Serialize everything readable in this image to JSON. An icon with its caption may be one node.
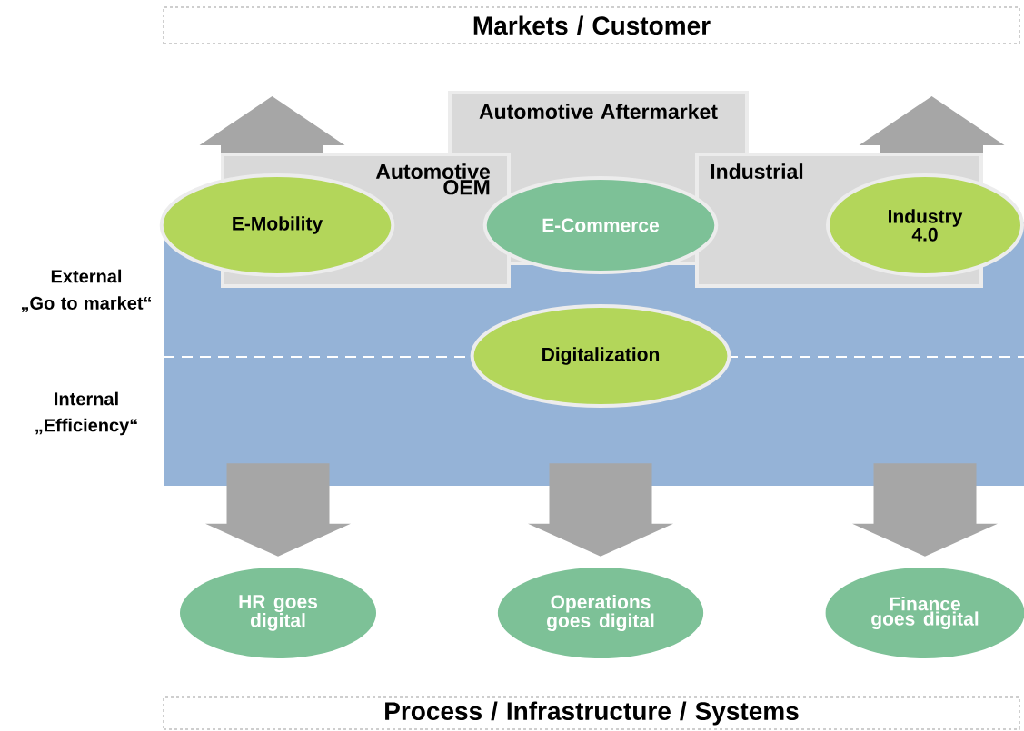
{
  "diagram": {
    "nodes": [
      {
        "text": [
          "Markets / Customer"
        ]
      },
      {
        "text": [
          "Automotive Aftermarket"
        ]
      },
      {
        "text": [
          "Automotive OEM"
        ]
      },
      {
        "text": [
          "Industrial"
        ]
      },
      {
        "text": [],
        "shape": "box"
      },
      {
        "text": [
          "E-Mobility"
        ]
      },
      {
        "text": [
          "E-Commerce"
        ]
      },
      {
        "text": [
          "Industry 4.0"
        ]
      },
      {
        "text": [
          "Digitalization"
        ],
        "in": 4
      },
      {
        "text": [
          "HR goes digital"
        ]
      },
      {
        "text": [
          "Operations goes digital"
        ]
      },
      {
        "text": [
          "Finance goes digital"
        ]
      },
      {
        "text": [
          "Process / Infrastructure / Systems"
        ]
      }
    ],
    "edges": [
      {
        "from": 2,
        "to": null,
        "arrow": "to"
      },
      {
        "from": 3,
        "to": null,
        "arrow": "to"
      },
      {
        "from": 4,
        "to": 9,
        "arrow": "to"
      },
      {
        "from": 4,
        "to": 10,
        "arrow": "to"
      },
      {
        "from": 4,
        "to": 11,
        "arrow": "to"
      }
    ],
    "labels": [
      "External",
      "„Go to market“",
      "Internal",
      "„Efficiency“"
    ]
  }
}
